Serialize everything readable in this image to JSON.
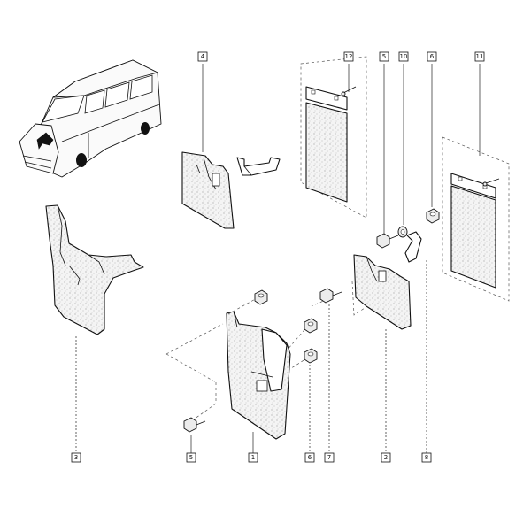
{
  "callouts": {
    "c1": "1",
    "c2": "2",
    "c3": "3",
    "c4": "4",
    "c5a": "5",
    "c5b": "5",
    "c6a": "6",
    "c6b": "6",
    "c7": "7",
    "c8": "8",
    "c10": "10",
    "c11": "11",
    "c12": "12"
  },
  "icons": {
    "vehicle": "van-illustration-icon",
    "mudflap": "mud-flap-icon",
    "bracket": "bracket-icon",
    "screw": "screw-icon",
    "nut": "nut-icon",
    "washer": "washer-icon"
  }
}
